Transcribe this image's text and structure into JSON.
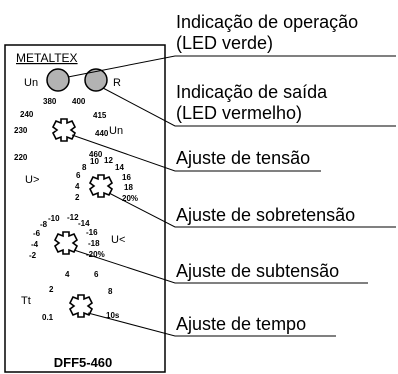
{
  "device": {
    "brand": "METALTEX",
    "model": "DFF5-460",
    "led_left_label": "Un",
    "led_right_label": "R",
    "dial_voltage": {
      "name": "Un",
      "scale": [
        "220",
        "230",
        "240",
        "380",
        "400",
        "415",
        "440",
        "460"
      ]
    },
    "dial_overvoltage": {
      "name": "U>",
      "scale": [
        "2",
        "4",
        "6",
        "8",
        "10",
        "12",
        "14",
        "16",
        "18",
        "20%"
      ]
    },
    "dial_undervoltage": {
      "name": "U<",
      "scale": [
        "-2",
        "-4",
        "-6",
        "-8",
        "-10",
        "-12",
        "-14",
        "-16",
        "-18",
        "-20%"
      ]
    },
    "dial_time": {
      "name": "Tt",
      "scale": [
        "0.1",
        "2",
        "4",
        "6",
        "8",
        "10s"
      ]
    }
  },
  "callouts": [
    {
      "id": "operation",
      "lines": [
        "Indicação de operação",
        "(LED verde)"
      ]
    },
    {
      "id": "output",
      "lines": [
        "Indicação de saída",
        "(LED vermelho)"
      ]
    },
    {
      "id": "voltage",
      "lines": [
        "Ajuste de tensão"
      ]
    },
    {
      "id": "overvoltage",
      "lines": [
        "Ajuste de sobretensão"
      ]
    },
    {
      "id": "undervoltage",
      "lines": [
        "Ajuste de subtensão"
      ]
    },
    {
      "id": "time",
      "lines": [
        "Ajuste de tempo"
      ]
    }
  ],
  "colors": {
    "led": "#b3b3b3",
    "panel_border": "#000000",
    "leader_line": "#000000"
  }
}
